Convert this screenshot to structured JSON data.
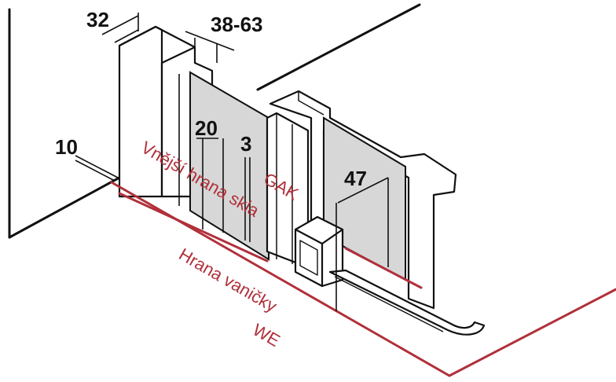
{
  "dimensions": {
    "d32": "32",
    "d38_63": "38-63",
    "d10": "10",
    "d20": "20",
    "d3": "3",
    "d47": "47"
  },
  "labels": {
    "outer_glass_edge": "Vnější hrana skla",
    "gak": "GAK",
    "tray_edge": "Hrana vaničky",
    "we": "WE"
  },
  "colors": {
    "accent": "#b0303a",
    "line": "#111111",
    "glass": "#d7d7d7"
  }
}
